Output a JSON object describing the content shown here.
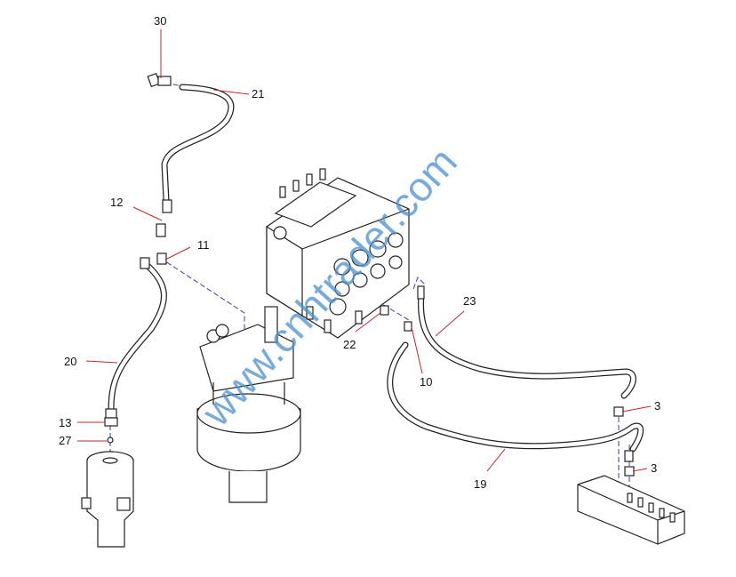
{
  "diagram": {
    "callouts": [
      {
        "id": "c30",
        "label": "30"
      },
      {
        "id": "c21",
        "label": "21"
      },
      {
        "id": "c12",
        "label": "12"
      },
      {
        "id": "c11",
        "label": "11"
      },
      {
        "id": "c20",
        "label": "20"
      },
      {
        "id": "c13",
        "label": "13"
      },
      {
        "id": "c27",
        "label": "27"
      },
      {
        "id": "c22",
        "label": "22"
      },
      {
        "id": "c23",
        "label": "23"
      },
      {
        "id": "c10",
        "label": "10"
      },
      {
        "id": "c3a",
        "label": "3"
      },
      {
        "id": "c3b",
        "label": "3"
      },
      {
        "id": "c19",
        "label": "19"
      }
    ],
    "watermark": "www.cnhtrader.com"
  },
  "colors": {
    "leader": "#c0282d",
    "centerline": "#3a3ab0",
    "watermark": "#4a90d0"
  }
}
